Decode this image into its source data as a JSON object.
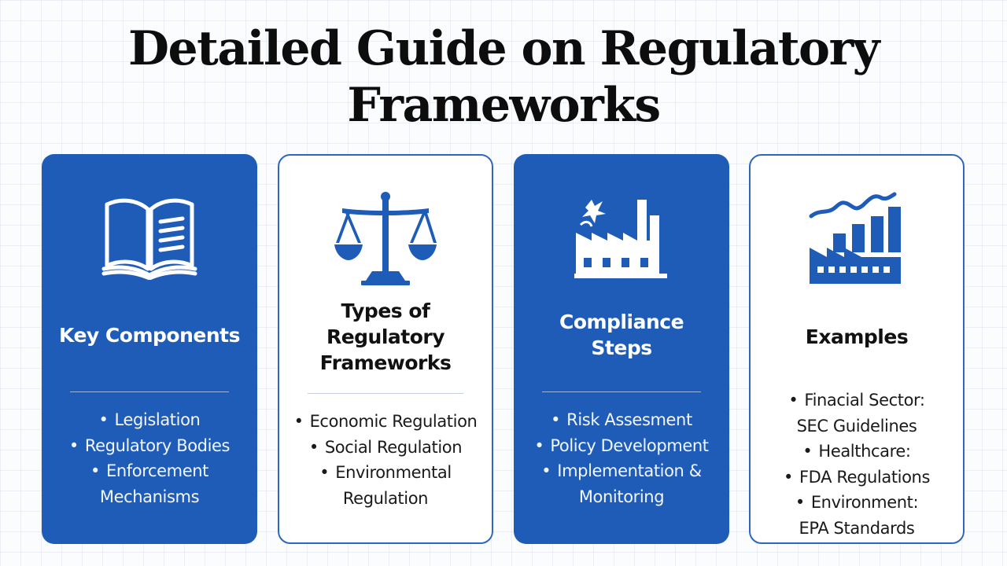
{
  "title": {
    "line1": "Detailed Guide on Regulatory",
    "line2": "Frameworks"
  },
  "colors": {
    "brand_blue": "#1e5cb8",
    "icon_blue": "#1e5cb8",
    "white": "#ffffff"
  },
  "cards": [
    {
      "icon": "open-book-icon",
      "heading": [
        "Key Components"
      ],
      "items": [
        [
          "Legislation"
        ],
        [
          "Regulatory Bodies"
        ],
        [
          "Enforcement",
          "Mechanisms"
        ]
      ]
    },
    {
      "icon": "scales-of-justice-icon",
      "heading": [
        "Types of",
        "Regulatory",
        "Frameworks"
      ],
      "items": [
        [
          "Economic Regulation"
        ],
        [
          "Social Regulation"
        ],
        [
          "Environmental",
          "Regulation"
        ]
      ]
    },
    {
      "icon": "factory-icon",
      "heading": [
        "Compliance",
        "Steps"
      ],
      "items": [
        [
          "Risk Assesment"
        ],
        [
          "Policy Development"
        ],
        [
          "Implementation &",
          "Monitoring"
        ]
      ]
    },
    {
      "icon": "factory-growth-chart-icon",
      "heading": [
        "Examples"
      ],
      "items": [
        [
          "Finacial Sector:",
          "SEC Guidelines"
        ],
        [
          "Healthcare:"
        ],
        [
          "FDA Regulations"
        ],
        [
          "Environment:",
          "EPA Standards"
        ]
      ]
    }
  ]
}
